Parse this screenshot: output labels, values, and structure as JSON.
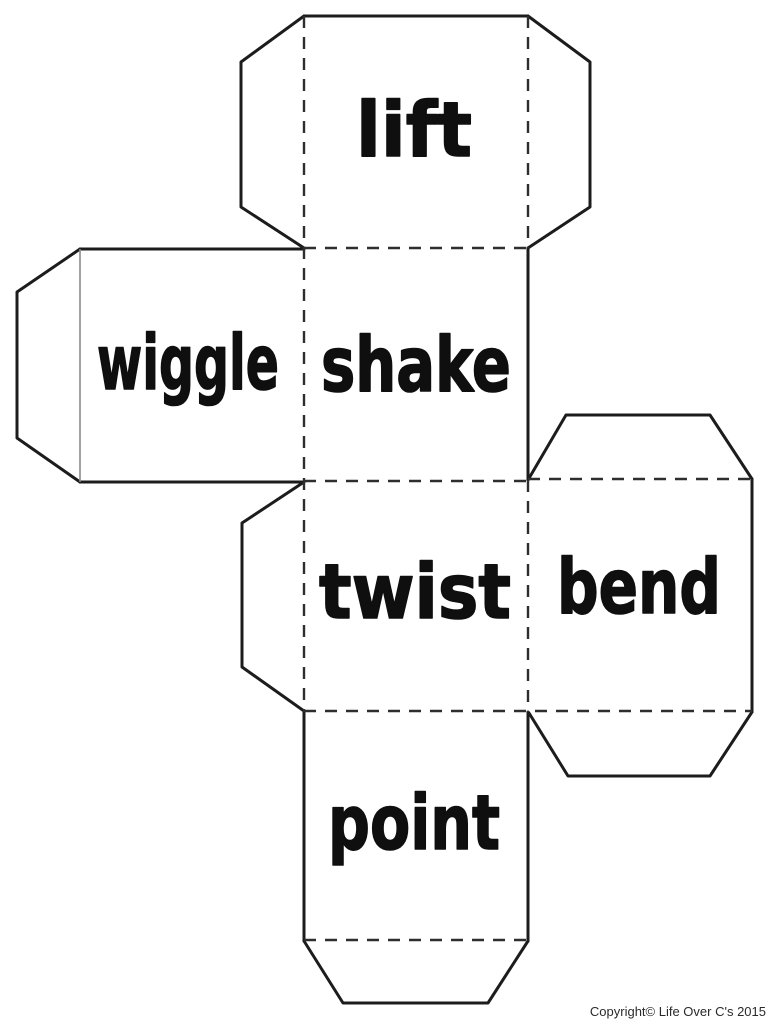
{
  "page": {
    "background_color": "#ffffff",
    "line_color": "#1c1c1c"
  },
  "net": {
    "type": "cube-net-printable",
    "faces": [
      {
        "position": "top",
        "label": "lift"
      },
      {
        "position": "left",
        "label": "wiggle"
      },
      {
        "position": "center-upper",
        "label": "shake"
      },
      {
        "position": "center-lower",
        "label": "twist"
      },
      {
        "position": "right",
        "label": "bend"
      },
      {
        "position": "bottom",
        "label": "point"
      }
    ]
  },
  "footer": {
    "copyright": "Copyright© Life Over C's 2015"
  }
}
